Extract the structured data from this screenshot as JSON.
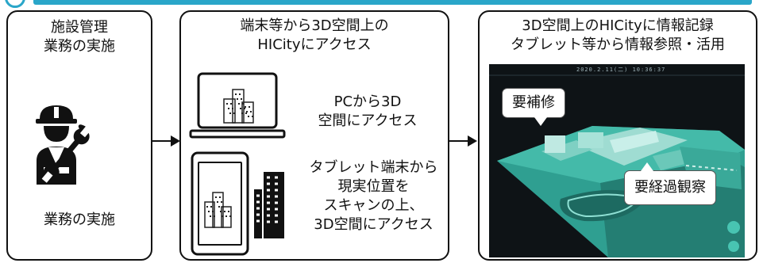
{
  "colors": {
    "accent": "#2aa6c9",
    "border": "#111111",
    "model": "#3fb8a6",
    "screen_bg": "#0e1316"
  },
  "panels": {
    "left": {
      "title": "施設管理\n業務の実施",
      "footer": "業務の実施",
      "icon": "construction-worker-wrench-icon"
    },
    "middle": {
      "title": "端末等から3D空間上の\nHICityにアクセス",
      "pc_text": "PCから3D\n空間にアクセス",
      "tablet_text": "タブレット端末から\n現実位置を\nスキャンの上、\n3D空間にアクセス",
      "icons": [
        "laptop-city-icon",
        "tablet-city-icon",
        "building-icon"
      ]
    },
    "right": {
      "title": "3D空間上のHICityに情報記録\nタブレット等から情報参照・活用",
      "callout_repair": "要補修",
      "callout_observe": "要経過観察",
      "screenshot_timestamp": "2020.2.11(二) 10:36:37"
    }
  }
}
